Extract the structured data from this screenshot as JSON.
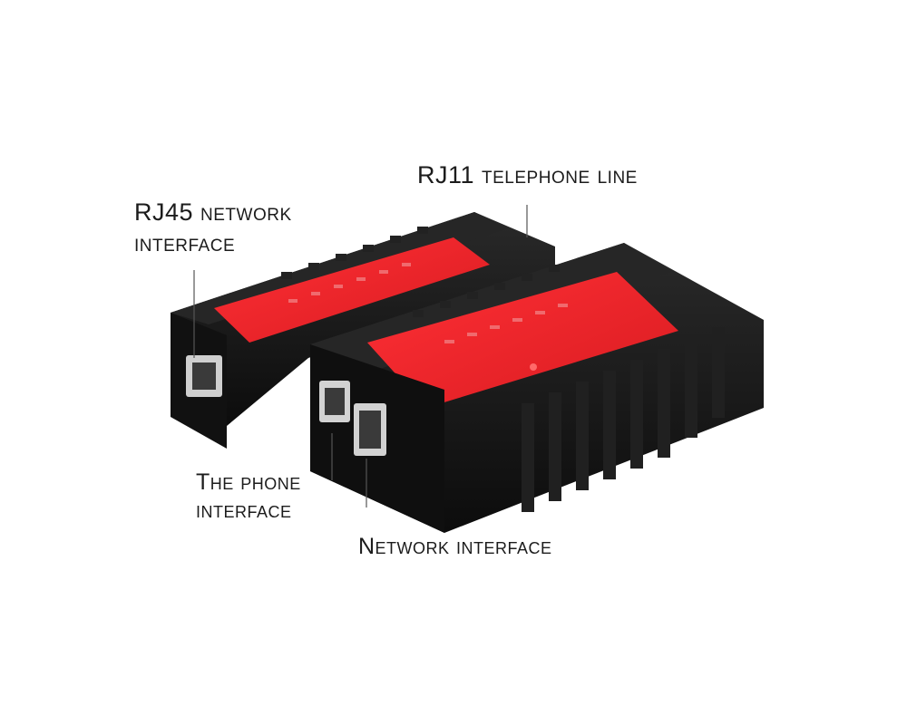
{
  "callouts": {
    "rj45": {
      "line1": "RJ45 network",
      "line2": "interface"
    },
    "rj11": {
      "line1": "RJ11 telephone line"
    },
    "phone": {
      "line1": "The phone",
      "line2": "interface"
    },
    "network": {
      "line1": "Network interface"
    }
  },
  "colors": {
    "body": "#141414",
    "panel": "#e8252a",
    "port": "#d9d9d9",
    "text": "#1c1c1c"
  }
}
